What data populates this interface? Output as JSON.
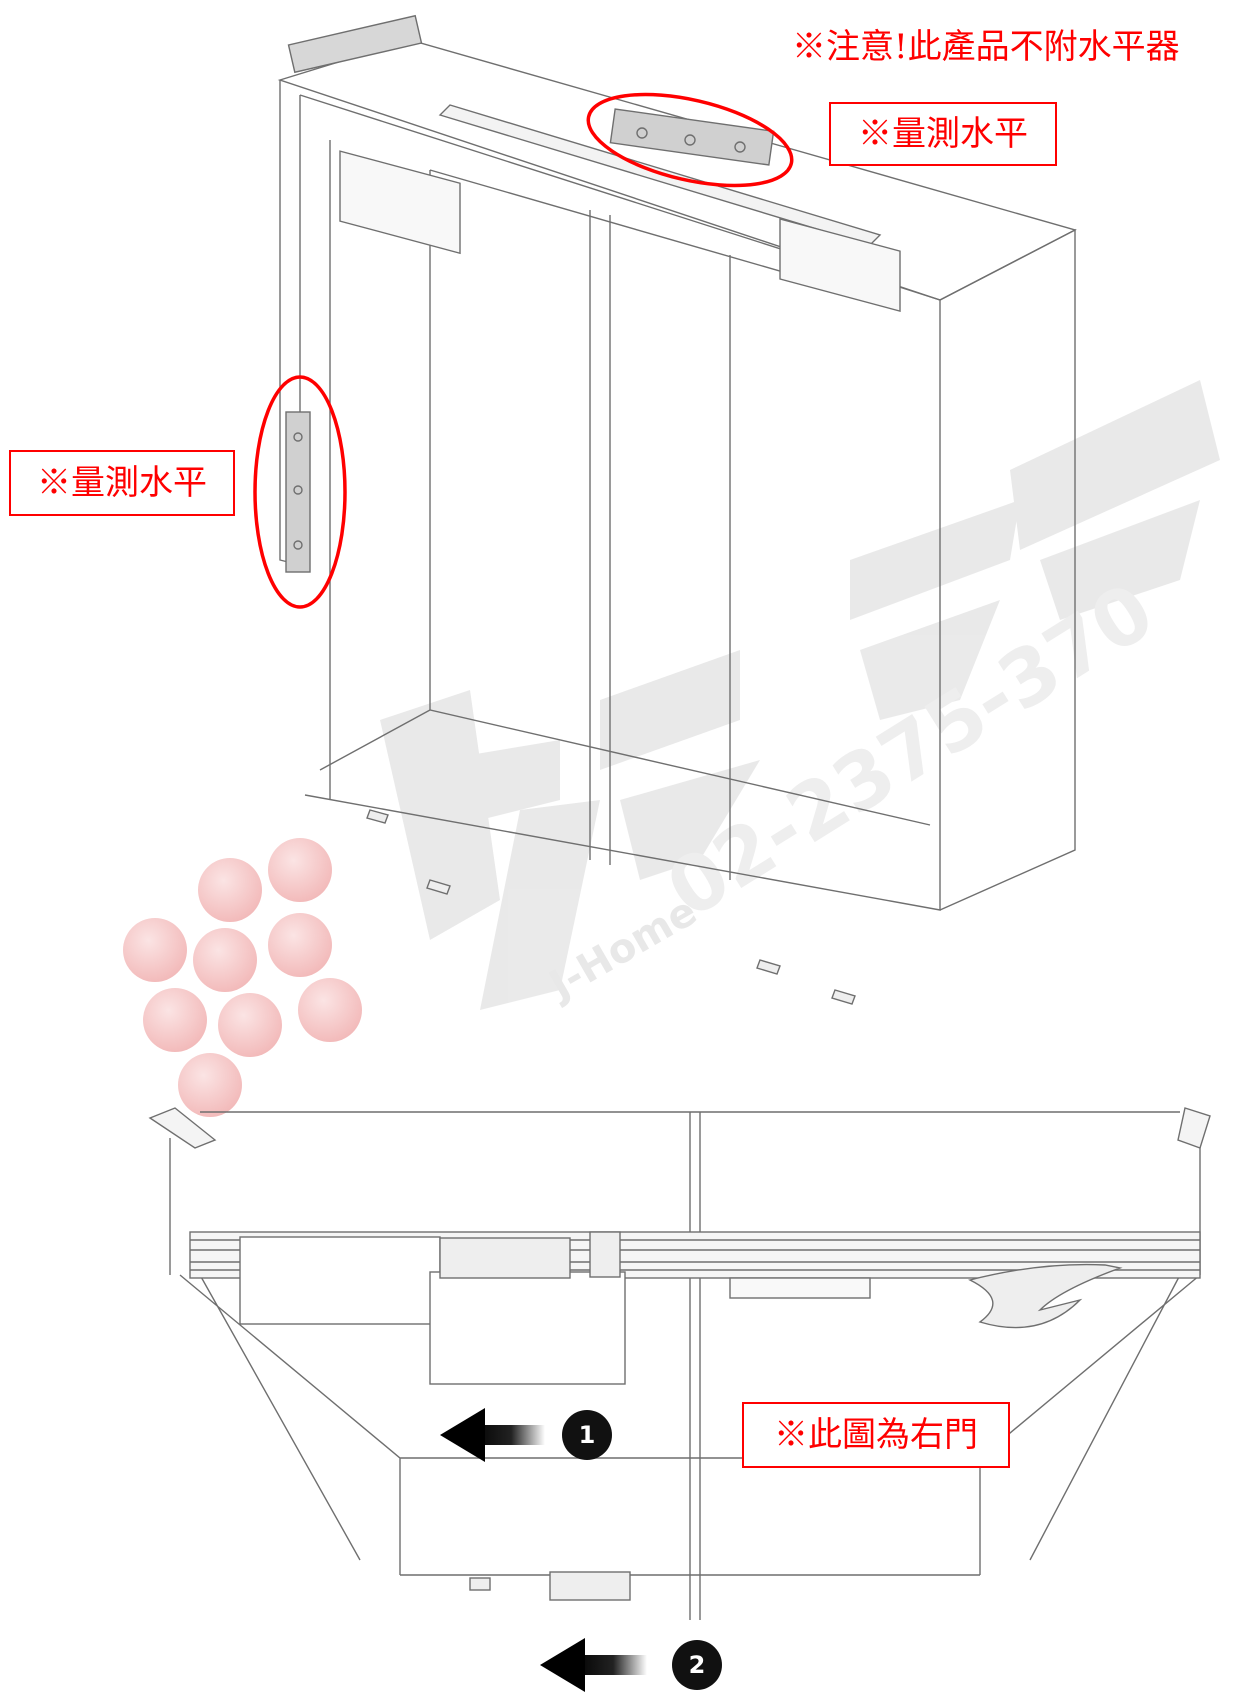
{
  "annotations": {
    "notice": "※注意!此產品不附水平器",
    "measure_level_top": "※量測水平",
    "measure_level_left": "※量測水平",
    "right_door_note": "※此圖為右門"
  },
  "steps": {
    "step1": "1",
    "step2": "2"
  },
  "colors": {
    "annotation_red": "#ff0000",
    "line": "#6f6f6f",
    "watermark": "#e3e3e3",
    "watermark_dots": "#f6c8c8"
  }
}
